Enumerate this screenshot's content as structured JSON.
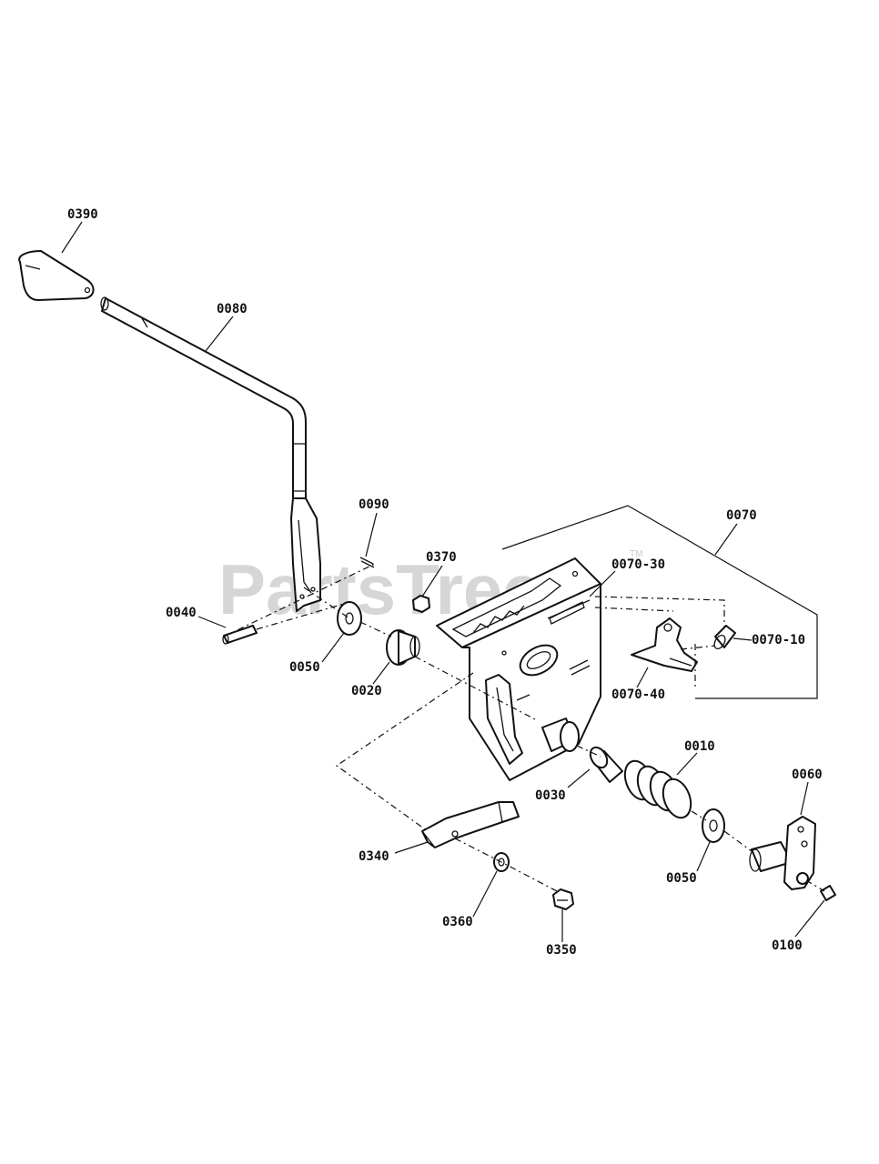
{
  "watermark": {
    "text": "PartsTree",
    "tm": "TM"
  },
  "callouts": {
    "c0390": "0390",
    "c0080": "0080",
    "c0090": "0090",
    "c0370": "0370",
    "c0070": "0070",
    "c0070_30": "0070-30",
    "c0070_10": "0070-10",
    "c0070_40": "0070-40",
    "c0040": "0040",
    "c0050a": "0050",
    "c0020": "0020",
    "c0030": "0030",
    "c0010": "0010",
    "c0060": "0060",
    "c0050b": "0050",
    "c0100": "0100",
    "c0340": "0340",
    "c0360": "0360",
    "c0350": "0350"
  }
}
